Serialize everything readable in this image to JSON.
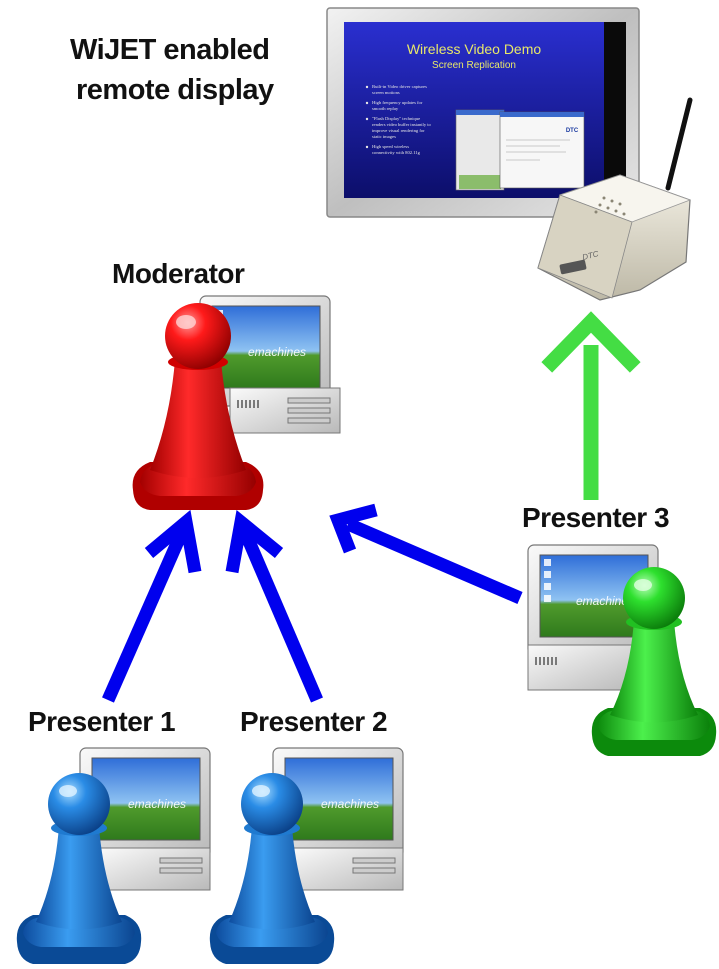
{
  "title": {
    "line1": "WiJET enabled",
    "line2": "remote display"
  },
  "nodes": {
    "moderator": "Moderator",
    "presenter1": "Presenter 1",
    "presenter2": "Presenter 2",
    "presenter3": "Presenter 3"
  },
  "screen_slide": {
    "title": "Wireless Video Demo",
    "subtitle": "Screen Replication",
    "bullets": [
      "Built-in Video driver captures screen motions",
      "High frequency updates for smooth replay",
      "\"Flash Display\" technique renders video buffer instantly to improve visual rendering for static images",
      "High speed wireless connectivity with 802.11g"
    ],
    "window_logo": "DTC"
  },
  "device_logo": "DTC",
  "colors": {
    "moderator_pawn": "#dd0000",
    "presenter_pawn": "#1a7fd6",
    "presenter3_pawn": "#22cc22",
    "presenter_arrows": "#0000ee",
    "display_arrow": "#44dd44",
    "slide_bg": "#1c1f9e"
  },
  "icons": [
    "desktop-computer-icon",
    "pawn-icon",
    "wireless-access-point-icon",
    "monitor-icon"
  ]
}
